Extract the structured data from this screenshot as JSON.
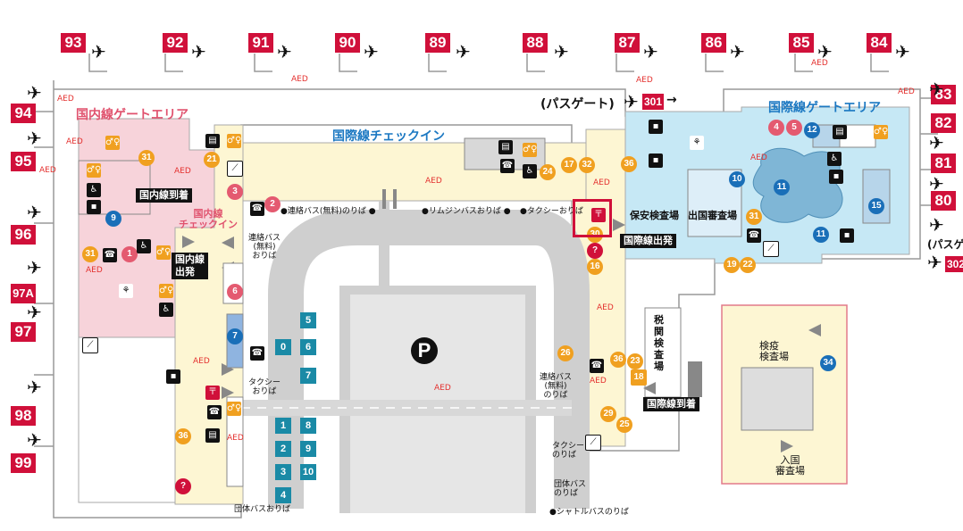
{
  "gates_top": [
    "93",
    "92",
    "91",
    "90",
    "89",
    "88",
    "87",
    "86",
    "85",
    "84"
  ],
  "gates_left": [
    "94",
    "95",
    "96",
    "97A",
    "97",
    "98",
    "99"
  ],
  "gates_right": [
    "83",
    "82",
    "81",
    "80"
  ],
  "gate_bus": [
    "301",
    "302"
  ],
  "plane_glyph": "✈",
  "labels": {
    "domestic_gate_area": "国内線ゲートエリア",
    "international_gate_area": "国際線ゲートエリア",
    "international_checkin": "国際線チェックイン",
    "domestic_checkin": "国内線\nチェックイン",
    "bus_gate": "(パスゲート)",
    "bus_gate_right": "(パスゲ",
    "security": "保安検査場",
    "departure_immigration": "出国審査場",
    "customs": "税関検査場",
    "quarantine": "検疫\n検査場",
    "arrival_immigration": "入国\n審査場",
    "shuttle_bus_free": "●連絡バス(無料)のりば ●",
    "limousine_bus": "●リムジンバスおりば ●",
    "taxi_drop": "●タクシーおりば",
    "shuttle_bus_left": "連絡バス\n(無料)\nおりば",
    "taxi_left": "タクシー\nおりば",
    "group_bus": "団体バスおりば",
    "shuttle_bus_right": "連絡バス\n(無料)\nのりば",
    "taxi_right": "タクシー\nのりば",
    "group_bus_right": "団体バス\nのりば",
    "shuttle_pickup": "●シャトルバスのりば",
    "parking": "P"
  },
  "tags": {
    "domestic_arrival": "国内線到着",
    "domestic_departure": "国内線\n出発",
    "international_departure": "国際線出発",
    "international_arrival": "国際線到着"
  },
  "aed": "AED",
  "parking_slots": [
    "5",
    "0",
    "6",
    "7",
    "1",
    "8",
    "2",
    "9",
    "3",
    "10",
    "4"
  ],
  "numbered": {
    "n31a": "31",
    "n21": "21",
    "n3": "3",
    "n2": "2",
    "n1": "1",
    "n31b": "31",
    "n9": "9",
    "n6": "6",
    "n7": "7",
    "n36a": "36",
    "n17": "17",
    "n32": "32",
    "n24": "24",
    "n36b": "36",
    "n16": "16",
    "n26": "26",
    "n36c": "36",
    "n23": "23",
    "n18": "18",
    "n29": "29",
    "n25": "25",
    "n4": "4",
    "n5": "5",
    "n12": "12",
    "n10": "10",
    "n11a": "11",
    "n11b": "11",
    "n15": "15",
    "n31c": "31",
    "n19": "19",
    "n22": "22",
    "n34": "34",
    "n30": "30"
  },
  "info_mark": "?"
}
